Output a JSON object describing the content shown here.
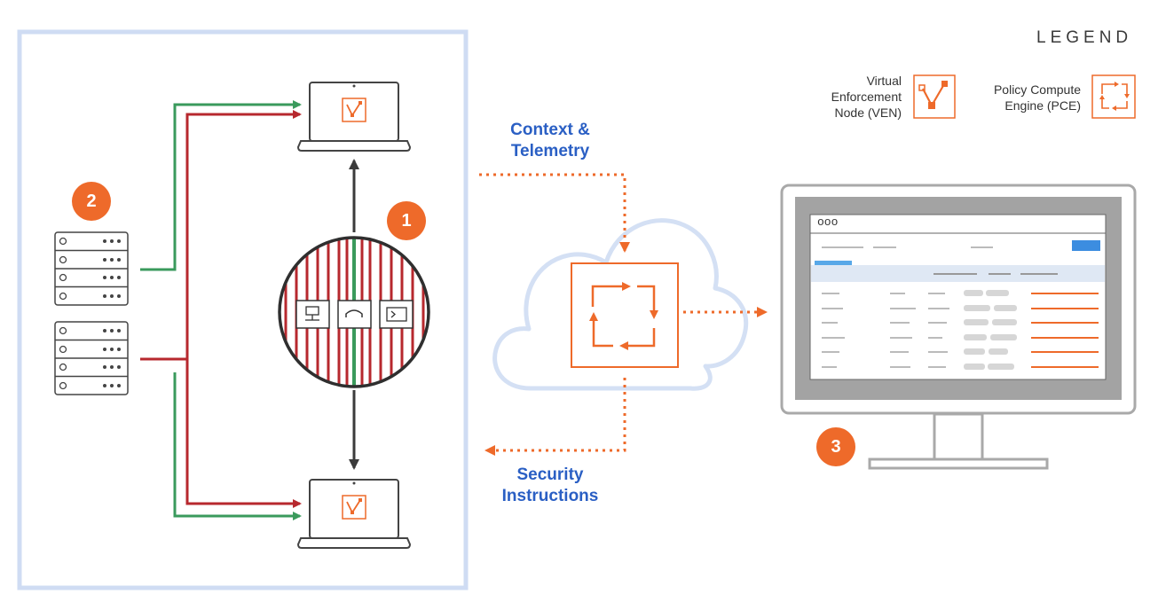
{
  "legend": {
    "title": "LEGEND",
    "ven": {
      "lines": [
        "Virtual",
        "Enforcement",
        "Node (VEN)"
      ],
      "icon": "ven-icon"
    },
    "pce": {
      "lines": [
        "Policy Compute",
        "Engine (PCE)"
      ],
      "icon": "pce-icon"
    }
  },
  "labels": {
    "context_line1": "Context &",
    "context_line2": "Telemetry",
    "security_line1": "Security",
    "security_line2": "Instructions"
  },
  "badges": [
    "1",
    "2",
    "3"
  ],
  "monitor": {
    "window_dots": "ooo"
  },
  "colors": {
    "orange": "#ee6a2a",
    "blue_label": "#2a5fc4",
    "frame_blue": "#cfdcf3",
    "green": "#3a9a5c",
    "red": "#b7282e",
    "dark": "#3b3b3b"
  }
}
